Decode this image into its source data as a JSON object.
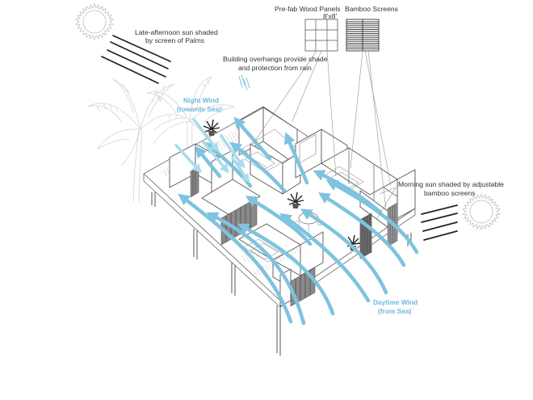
{
  "labels": {
    "late_afternoon_sun": [
      "Late-afternoon sun shaded",
      "by screen of Palms"
    ],
    "overhangs": [
      "Building overhangs provide shade",
      "and protection from rain"
    ],
    "prefab_panels": [
      "Pre-fab Wood Panels",
      "8'x8'"
    ],
    "bamboo_screens": "Bamboo Screens",
    "morning_sun": [
      "Morning sun shaded by adjustable",
      "bamboo screens"
    ],
    "night_wind": [
      "Night Wind",
      "(towards Sea)"
    ],
    "daytime_wind": [
      "Daytime Wind",
      "(from Sea)"
    ]
  },
  "colors": {
    "wind_daytime": "#7ec3df",
    "wind_night": "#a9dcec",
    "wind_label": "#6bb8dc",
    "text": "#333333",
    "linework": "#6a6a6a"
  },
  "icons": [
    "sun-icon",
    "palm-tree-icon",
    "potted-plant-icon",
    "wood-panel-icon",
    "bamboo-screen-icon"
  ]
}
